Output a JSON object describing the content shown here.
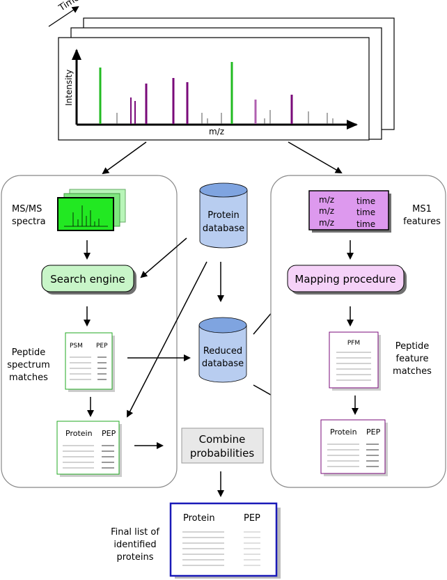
{
  "spectrum": {
    "time_label": "Time",
    "y_axis_label": "Intensity",
    "x_axis_label": "m/z"
  },
  "left_panel": {
    "msms_label_line1": "MS/MS",
    "msms_label_line2": "spectra",
    "search_engine": "Search engine",
    "psm_label_line1": "Peptide",
    "psm_label_line2": "spectrum",
    "psm_label_line3": "matches",
    "psm_doc_col1": "PSM",
    "psm_doc_col2": "PEP",
    "protein_doc_col1": "Protein",
    "protein_doc_col2": "PEP"
  },
  "center": {
    "protein_db_line1": "Protein",
    "protein_db_line2": "database",
    "reduced_db_line1": "Reduced",
    "reduced_db_line2": "database",
    "combine_line1": "Combine",
    "combine_line2": "probabilities"
  },
  "right_panel": {
    "ms1_label_line1": "MS1",
    "ms1_label_line2": "features",
    "feature_rows": [
      {
        "mz": "m/z",
        "time": "time"
      },
      {
        "mz": "m/z",
        "time": "time"
      },
      {
        "mz": "m/z",
        "time": "time"
      }
    ],
    "mapping": "Mapping procedure",
    "pfm_doc_col1": "PFM",
    "pfm_label_line1": "Peptide",
    "pfm_label_line2": "feature",
    "pfm_label_line3": "matches",
    "protein_doc_col1": "Protein",
    "protein_doc_col2": "PEP"
  },
  "final": {
    "label_line1": "Final list of",
    "label_line2": "identified",
    "label_line3": "proteins",
    "col1": "Protein",
    "col2": "PEP"
  },
  "colors": {
    "green_peak": "#22bb22",
    "purple_peak": "#7a0a7a",
    "light_purple_peak": "#b060b0",
    "search_engine_fill": "#c8f5c8",
    "mapping_fill": "#f5d2f8",
    "db_fill": "#b8cdf0",
    "db_top": "#7fa4e0",
    "ms1_fill": "#dd99ee",
    "combine_fill": "#e8e8e8",
    "final_border": "#1a1ab8"
  }
}
